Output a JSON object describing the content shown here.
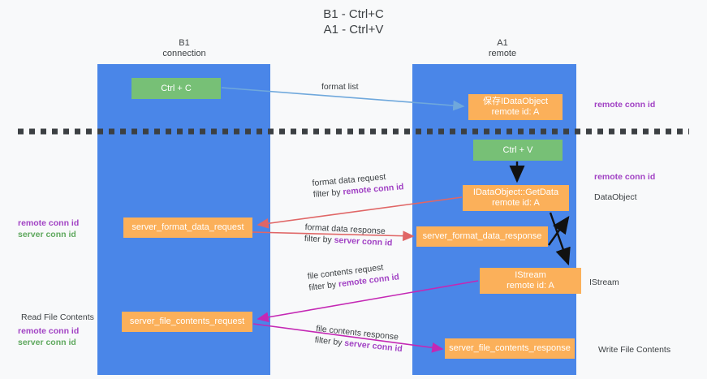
{
  "title": {
    "line1": "B1 - Ctrl+C",
    "line2": "A1 - Ctrl+V"
  },
  "lanes": [
    {
      "name": "b1",
      "line1": "B1",
      "line2": "connection",
      "color": "#4a86e8"
    },
    {
      "name": "a1",
      "line1": "A1",
      "line2": "remote",
      "color": "#4a86e8"
    }
  ],
  "colors": {
    "lane": "#4a86e8",
    "green_box": "#77c076",
    "orange_box": "#fbb05a",
    "remote_conn_id": "#a142c4",
    "server_conn_id": "#5fa85e",
    "arrow_blue": "#6fa8dc",
    "arrow_red": "#e06666",
    "arrow_magenta": "#c428b4",
    "arrow_black": "#000000",
    "divider": "#3c4043"
  },
  "boxes": {
    "ctrl_c": {
      "line1": "Ctrl + C"
    },
    "ctrl_v": {
      "line1": "Ctrl + V"
    },
    "save_idataobject": {
      "line1": "保存IDataObject",
      "line2": "remote id: A"
    },
    "getdata": {
      "line1": "IDataObject::GetData",
      "line2": "remote id: A"
    },
    "istream": {
      "line1": "IStream",
      "line2": "remote id: A"
    },
    "server_format_data_request": {
      "line1": "server_format_data_request"
    },
    "server_format_data_response": {
      "line1": "server_format_data_response"
    },
    "server_file_contents_request": {
      "line1": "server_file_contents_request"
    },
    "server_file_contents_response": {
      "line1": "server_file_contents_response"
    }
  },
  "edge_labels": {
    "format_list": "format list",
    "format_data_request": "format data request",
    "format_data_request_filter_prefix": "filter by ",
    "format_data_request_filter_value": "remote conn id",
    "format_data_response": "format data response",
    "format_data_response_filter_prefix": "filter by ",
    "format_data_response_filter_value": "server conn id",
    "file_contents_request": "file contents request",
    "file_contents_request_filter_prefix": "filter by ",
    "file_contents_request_filter_value": "remote conn id",
    "file_contents_response": "file contents response",
    "file_contents_response_filter_prefix": "filter by ",
    "file_contents_response_filter_value": "server conn id"
  },
  "annotations": {
    "right_remote_conn_id_top": "remote conn id",
    "right_remote_conn_id_mid": "remote conn id",
    "right_dataobject": "DataObject",
    "right_istream": "IStream",
    "right_write_file_contents": "Write File Contents",
    "left_remote_conn_id_1": "remote conn id",
    "left_server_conn_id_1": "server conn id",
    "left_read_file_contents": "Read File Contents",
    "left_remote_conn_id_2": "remote conn id",
    "left_server_conn_id_2": "server conn id"
  }
}
